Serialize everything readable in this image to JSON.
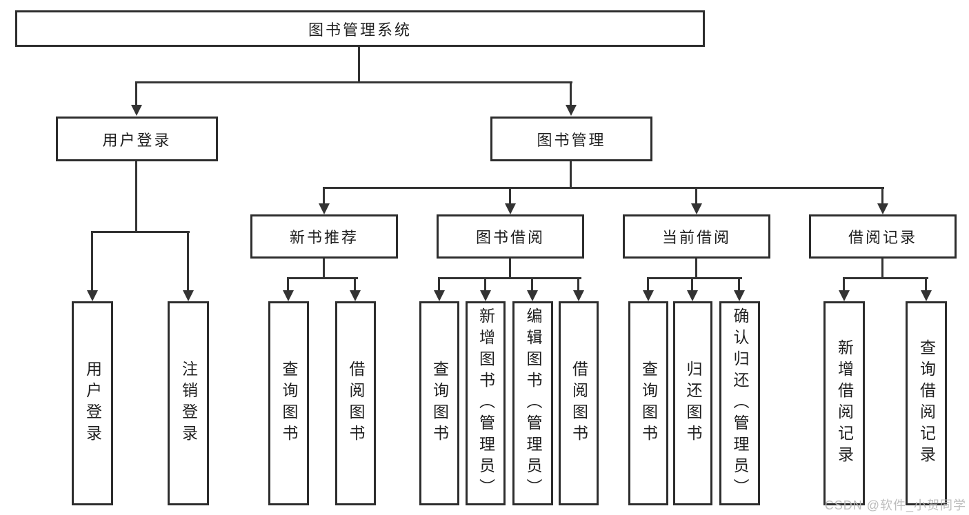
{
  "diagram": {
    "root": "图书管理系统",
    "branches": [
      {
        "label": "用户登录",
        "leaves": [
          "用户登录",
          "注销登录"
        ]
      },
      {
        "label": "图书管理",
        "children": [
          {
            "label": "新书推荐",
            "leaves": [
              "查询图书",
              "借阅图书"
            ]
          },
          {
            "label": "图书借阅",
            "leaves": [
              "查询图书",
              "新增图书（管理员）",
              "编辑图书（管理员）",
              "借阅图书"
            ]
          },
          {
            "label": "当前借阅",
            "leaves": [
              "查询图书",
              "归还图书",
              "确认归还（管理员）"
            ]
          },
          {
            "label": "借阅记录",
            "leaves": [
              "新增借阅记录",
              "查询借阅记录"
            ]
          }
        ]
      }
    ]
  },
  "watermark": "CSDN @软件_小贺同学",
  "colors": {
    "line": "#333333",
    "box_border": "#2d2d2d",
    "text": "#1f1f1f",
    "watermark": "#b9b9b9",
    "background": "#ffffff"
  }
}
